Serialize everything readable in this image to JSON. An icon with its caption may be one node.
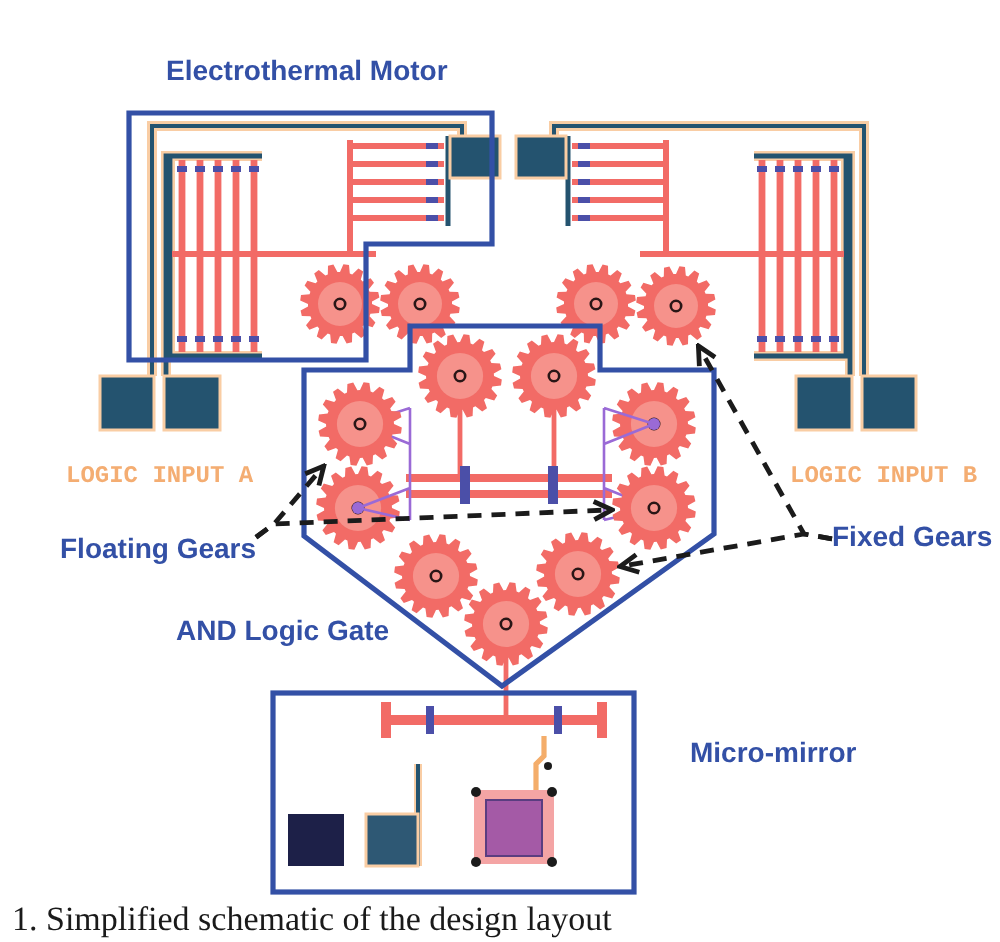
{
  "diagram": {
    "caption": "1. Simplified schematic of the design layout",
    "nodes": [
      {
        "text": [
          "Electrothermal Motor"
        ]
      },
      {
        "text": [
          "AND Logic Gate"
        ]
      },
      {
        "text": [
          "Floating Gears"
        ]
      },
      {
        "text": [
          "Fixed Gears"
        ]
      },
      {
        "text": [
          "Micro-mirror"
        ]
      },
      {
        "text": [],
        "shape": "gear",
        "in": 1
      },
      {
        "text": [],
        "shape": "gear",
        "in": 1
      },
      {
        "text": [],
        "shape": "gear"
      },
      {
        "text": [],
        "shape": "gear",
        "in": 1
      }
    ],
    "edges": [
      {
        "from": 2,
        "to": 5,
        "arrow": "to",
        "style": "dashed"
      },
      {
        "from": 2,
        "to": 6,
        "arrow": "to",
        "style": "dashed"
      },
      {
        "from": 3,
        "to": 7,
        "arrow": "to",
        "style": "dashed"
      },
      {
        "from": 3,
        "to": 8,
        "arrow": "to",
        "style": "dashed"
      }
    ],
    "labels": [
      "LOGIC INPUT A",
      "LOGIC INPUT B"
    ]
  }
}
